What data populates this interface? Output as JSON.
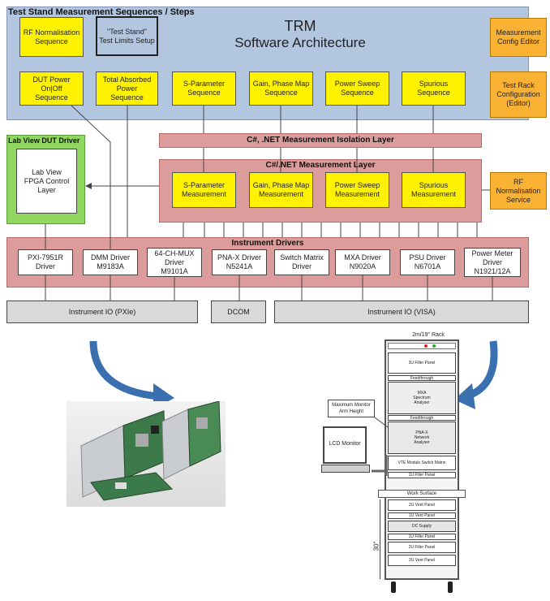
{
  "top_panel": {
    "title": "Test Stand Measurement Sequences / Steps",
    "app_title_line1": "TRM",
    "app_title_line2": "Software Architecture",
    "boxes": {
      "rf_norm_seq": "RF Normalisation\nSequence",
      "test_limits": "\"Test Stand\"\nTest Limits Setup",
      "dut_power": "DUT Power\nOn|Off\nSequence",
      "total_absorbed": "Total Absorbed\nPower\nSequence",
      "sparam_seq": "S-Parameter\nSequence",
      "gain_phase_seq": "Gain, Phase Map\nSequence",
      "power_sweep_seq": "Power Sweep\nSequence",
      "spurious_seq": "Spurious\nSequence"
    }
  },
  "side_boxes": {
    "measurement_config": "Measurement\nConfig Editor",
    "test_rack_config": "Test Rack\nConfiguration\n(Editor)",
    "rf_norm_service": "RF Normalisation\nService"
  },
  "labview": {
    "title": "Lab View DUT Driver",
    "inner": "Lab View\nFPGA Control\nLayer"
  },
  "isolation_layer": {
    "title": "C#, .NET Measurement Isolation Layer"
  },
  "measurement_layer": {
    "title": "C#/.NET Measurement Layer",
    "boxes": {
      "sparam_meas": "S-Parameter\nMeasurement",
      "gain_phase_meas": "Gain, Phase Map\nMeasurement",
      "power_sweep_meas": "Power Sweep\nMeasurement",
      "spurious_meas": "Spurious\nMeasurement"
    }
  },
  "instrument_drivers": {
    "title": "Instrument Drivers",
    "drivers": [
      "PXI-7951R\nDriver",
      "DMM Driver\nM9183A",
      "64-CH-MUX\nDriver\nM9101A",
      "PNA-X Driver\nN5241A",
      "Switch Matrix\nDriver",
      "MXA Driver\nN9020A",
      "PSU Driver\nN6701A",
      "Power Meter\nDriver\nN1921/12A"
    ]
  },
  "io": {
    "pxie": "Instrument IO (PXIe)",
    "dcom": "DCOM",
    "visa": "Instrument IO (VISA)"
  },
  "rack": {
    "title": "2m/19\" Rack",
    "max_monitor": "Maximum Monitor\nArm Height",
    "lcd_monitor": "LCD Monitor",
    "work_surface": "Work Surface",
    "height_label": "30\"",
    "panels": [
      "3U Filler Panel",
      "Feedthrough",
      "MXA\nSpectrum\nAnalyser",
      "Feedthrough",
      "PNA-X\nNetwork\nAnalyser",
      "VTE Module Switch Matrix",
      "1U Filler Panel",
      "2U Vent Panel",
      "1U Vent Panel",
      "DC Supply",
      "1U Filler Panel",
      "2U Filler Panel",
      "2U Vent Panel"
    ]
  },
  "colors": {
    "blue_panel": "#b3c6e0",
    "pink_layer": "#dd9c9c",
    "yellow_box": "#fff200",
    "orange_box": "#f9b233",
    "green_panel": "#90d860",
    "arrow_blue": "#3a6fb0"
  }
}
